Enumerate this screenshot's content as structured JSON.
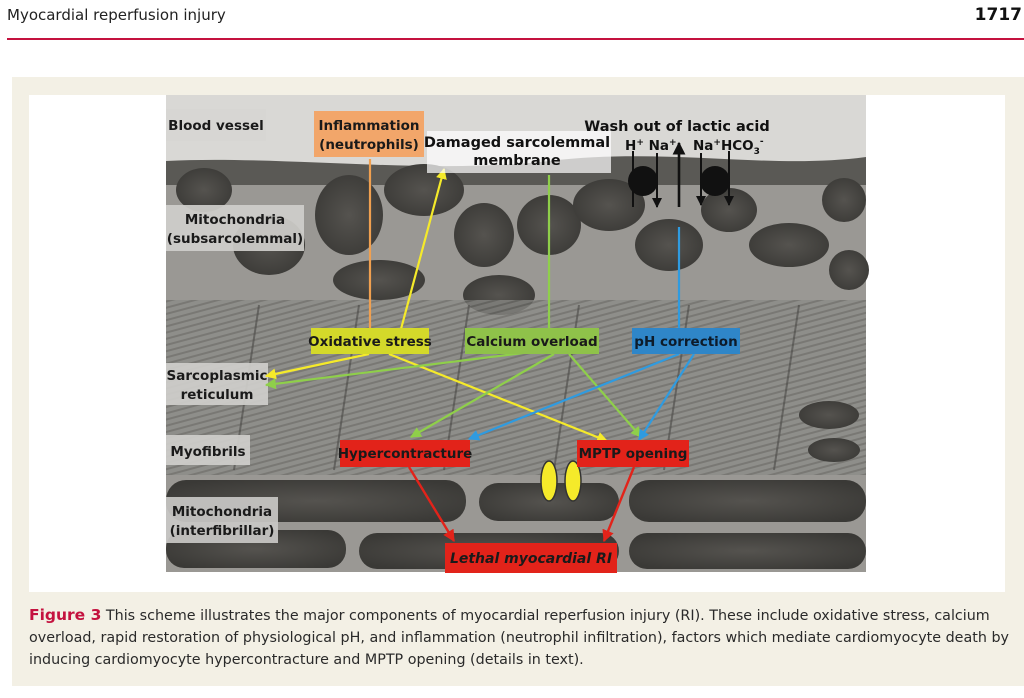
{
  "header": {
    "running_title": "Myocardial reperfusion injury",
    "page_number": "1717"
  },
  "figure": {
    "labels": {
      "blood_vessel": "Blood vessel",
      "mito_sub_1": "Mitochondria",
      "mito_sub_2": "(subsarcolemmal)",
      "sr_1": "Sarcoplasmic",
      "sr_2": "reticulum",
      "myofibrils": "Myofibrils",
      "mito_int_1": "Mitochondria",
      "mito_int_2": "(interfibrillar)",
      "inflammation_1": "Inflammation",
      "inflammation_2": "(neutrophils)",
      "damaged_1": "Damaged sarcolemmal",
      "damaged_2": "membrane",
      "washout": "Wash out of lactic acid",
      "ion_h": "H",
      "ion_na": "Na",
      "ion_na2": "Na",
      "ion_hco3": "HCO",
      "ion_sub3": "3",
      "ion_plus": "+",
      "ion_minus": "-",
      "oxidative_stress": "Oxidative stress",
      "calcium_overload": "Calcium overload",
      "ph_correction": "pH correction",
      "hypercontracture": "Hypercontracture",
      "mptp_opening": "MPTP opening",
      "lethal": "Lethal myocardial RI"
    },
    "colors": {
      "inflammation": "#f2a66a",
      "oxidative": "#d4d92a",
      "calcium": "#8fc24a",
      "ph": "#2f86c8",
      "red_box": "#e2231a",
      "yellow_arrow": "#f5ea2a",
      "green_arrow": "#8fcf4a",
      "blue_arrow": "#2f9be0",
      "orange_line": "#f0a050",
      "red_arrow": "#e2231a"
    }
  },
  "caption": {
    "label": "Figure 3",
    "text": " This scheme illustrates the major components of myocardial reperfusion injury (RI). These include oxidative stress, calcium overload, rapid restoration of physiological pH, and inflammation (neutrophil infiltration), factors which mediate cardiomyocyte death by inducing cardiomyocyte hypercontracture and MPTP opening (details in text)."
  }
}
